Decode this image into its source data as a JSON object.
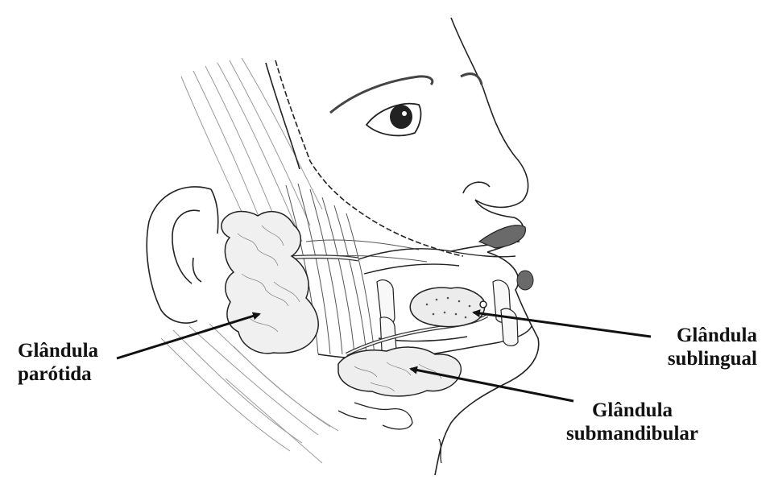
{
  "labels": {
    "parotid": {
      "line1": "Glândula",
      "line2": "parótida"
    },
    "sublingual": {
      "line1": "Glândula",
      "line2": "sublingual"
    },
    "submandibular": {
      "line1": "Glândula",
      "line2": "submandibular"
    }
  },
  "colors": {
    "ink": "#111111",
    "gland_fill": "#f0f0f0",
    "dark_fill": "#707070",
    "background": "#ffffff"
  }
}
